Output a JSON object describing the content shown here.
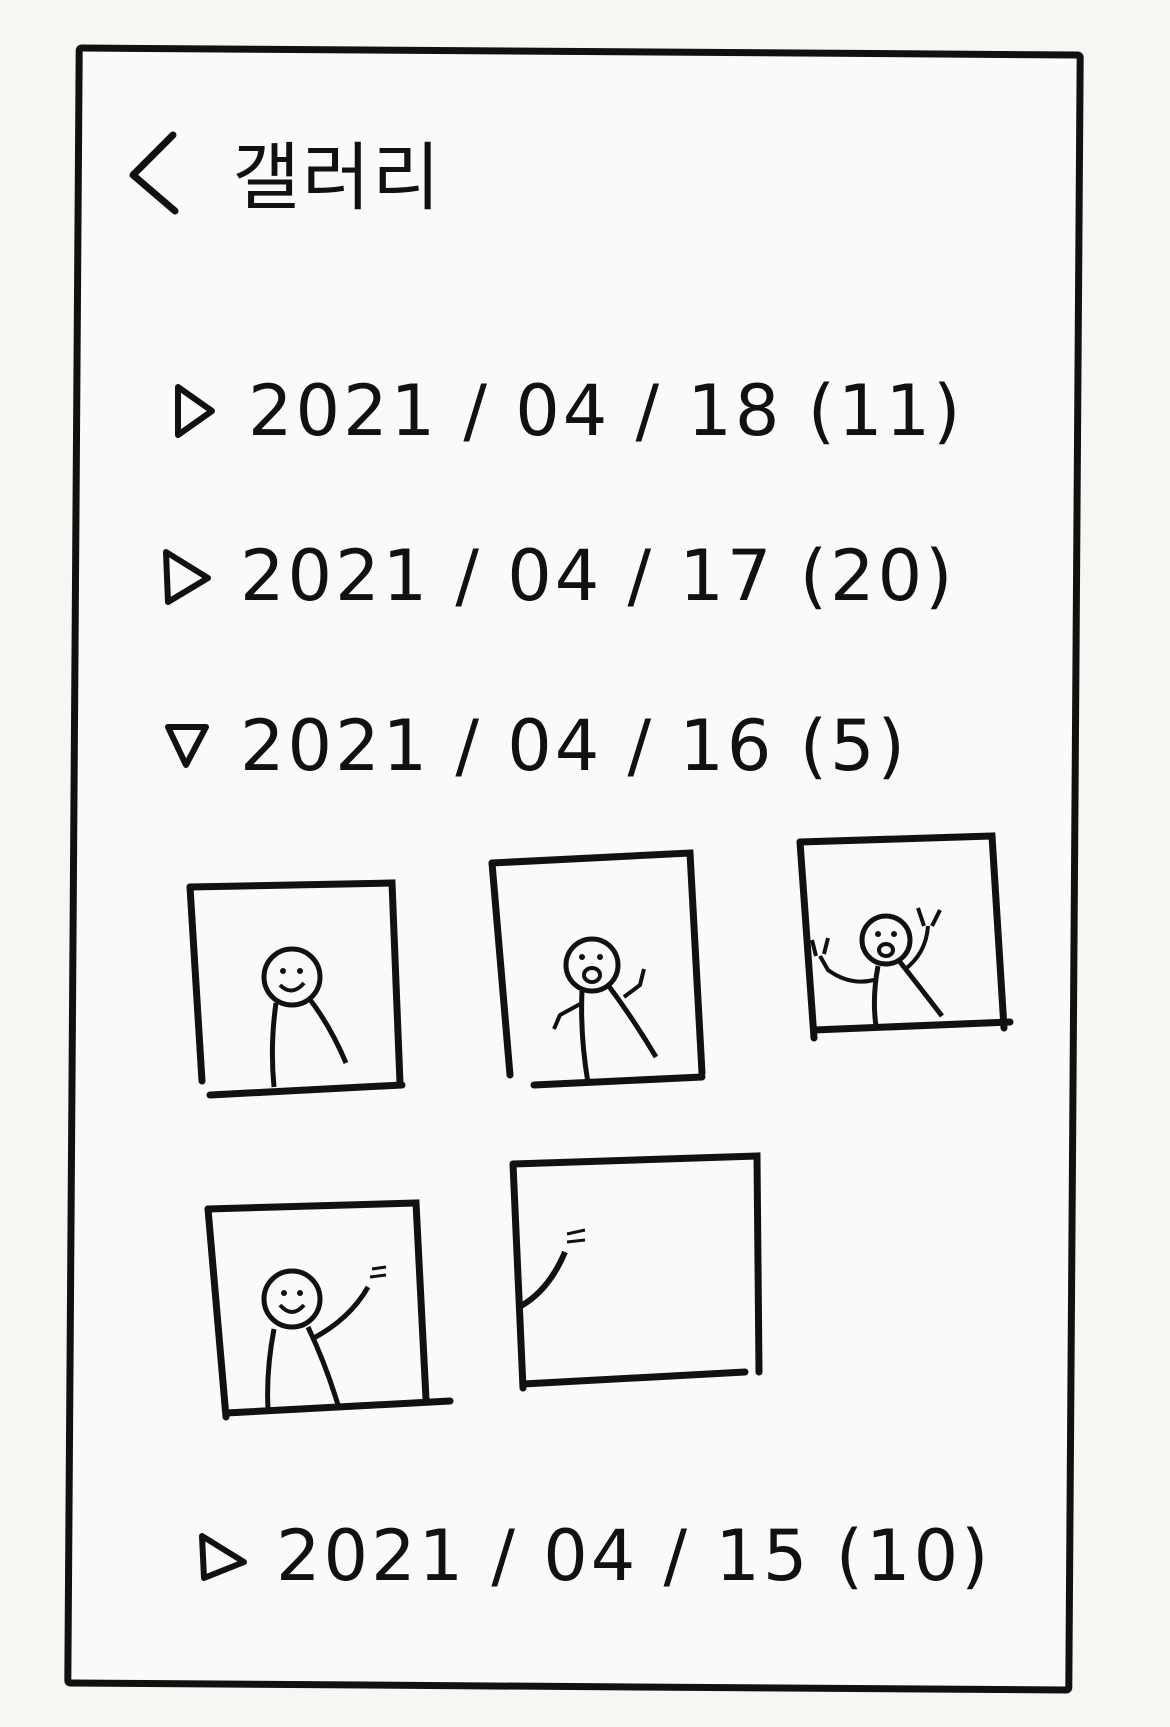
{
  "header": {
    "title": "갤러리",
    "back_icon": "chevron-left-icon"
  },
  "groups": [
    {
      "date": "2021 / 04 / 18",
      "count": "(11)",
      "expanded": false
    },
    {
      "date": "2021 / 04 / 17",
      "count": "(20)",
      "expanded": false
    },
    {
      "date": "2021 / 04 / 16",
      "count": "(5)",
      "expanded": true
    },
    {
      "date": "2021 / 04 / 15",
      "count": "(10)",
      "expanded": false
    }
  ],
  "expanded_group": {
    "photo_icons": [
      "person-smiling",
      "person-waving-laughing",
      "person-peace-sign",
      "person-waving-hand",
      "hand-waving-only"
    ]
  },
  "icons": {
    "collapsed": "triangle-right-icon",
    "expanded": "triangle-down-icon"
  },
  "colors": {
    "ink": "#111111",
    "paper": "#fbfaf8"
  }
}
